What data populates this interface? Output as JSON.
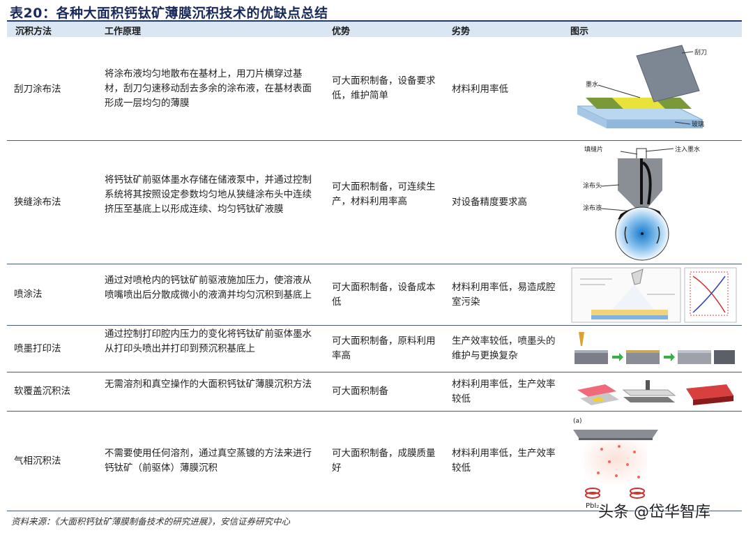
{
  "title": "表20：各种大面积钙钛矿薄膜沉积技术的优缺点总结",
  "headers": {
    "method": "沉积方法",
    "principle": "工作原理",
    "pros": "优势",
    "cons": "劣势",
    "figure": "图示"
  },
  "rows": [
    {
      "method": "刮刀涂布法",
      "principle": "将涂布液均匀地散布在基材上，用刀片横穿过基材，刮刀匀速移动刮去多余的涂布液，在基材表面形成一层均匀的薄膜",
      "pros": "可大面积制备，设备要求低，维护简单",
      "cons": "材料利用率低",
      "fig_labels": [
        "刮刀",
        "墨水",
        "玻璃"
      ]
    },
    {
      "method": "狭缝涂布法",
      "principle": "将钙钛矿前驱体墨水存储在储液泵中，并通过控制系统将其按照设定参数均匀地从狭缝涂布头中连续挤压至基底上以形成连续、均匀钙钛矿液膜",
      "pros": "可大面积制备，可连续生产，材料利用率高",
      "cons": "对设备精度要求高",
      "fig_labels": [
        "填缝片",
        "注入墨水",
        "涂布头",
        "涂布液"
      ]
    },
    {
      "method": "喷涂法",
      "principle": "通过对喷枪内的钙钛矿前驱液施加压力，使溶液从喷嘴喷出后分散成微小的液滴并均匀沉积到基底上",
      "pros": "可大面积制备，设备成本低",
      "cons": "材料利用率低，易造成腔室污染"
    },
    {
      "method": "喷墨打印法",
      "principle": "通过控制打印腔内压力的变化将钙钛矿前驱体墨水从打印头喷出并打印到预沉积基底上",
      "pros": "可大面积制备，原料利用率高",
      "cons": "生产效率较低，喷墨头的维护与更换复杂"
    },
    {
      "method": "软覆盖沉积法",
      "principle": "无需溶剂和真空操作的大面积钙钛矿薄膜沉积方法",
      "pros": "可大面积制备",
      "cons": "材料利用率低，生产效率较低"
    },
    {
      "method": "气相沉积法",
      "principle": "不需要使用任何溶剂，通过真空蒸镀的方法来进行钙钛矿（前驱体）薄膜沉积",
      "pros": "可大面积制备，成膜质量好",
      "cons": "材料利用率低，生产效率较低",
      "fig_labels": [
        "(a)",
        "PbI₂"
      ]
    }
  ],
  "source": "资料来源：《大面积钙钛矿薄膜制备技术的研究进展》，安信证券研究中心",
  "watermark": "头条 @岱华智库"
}
